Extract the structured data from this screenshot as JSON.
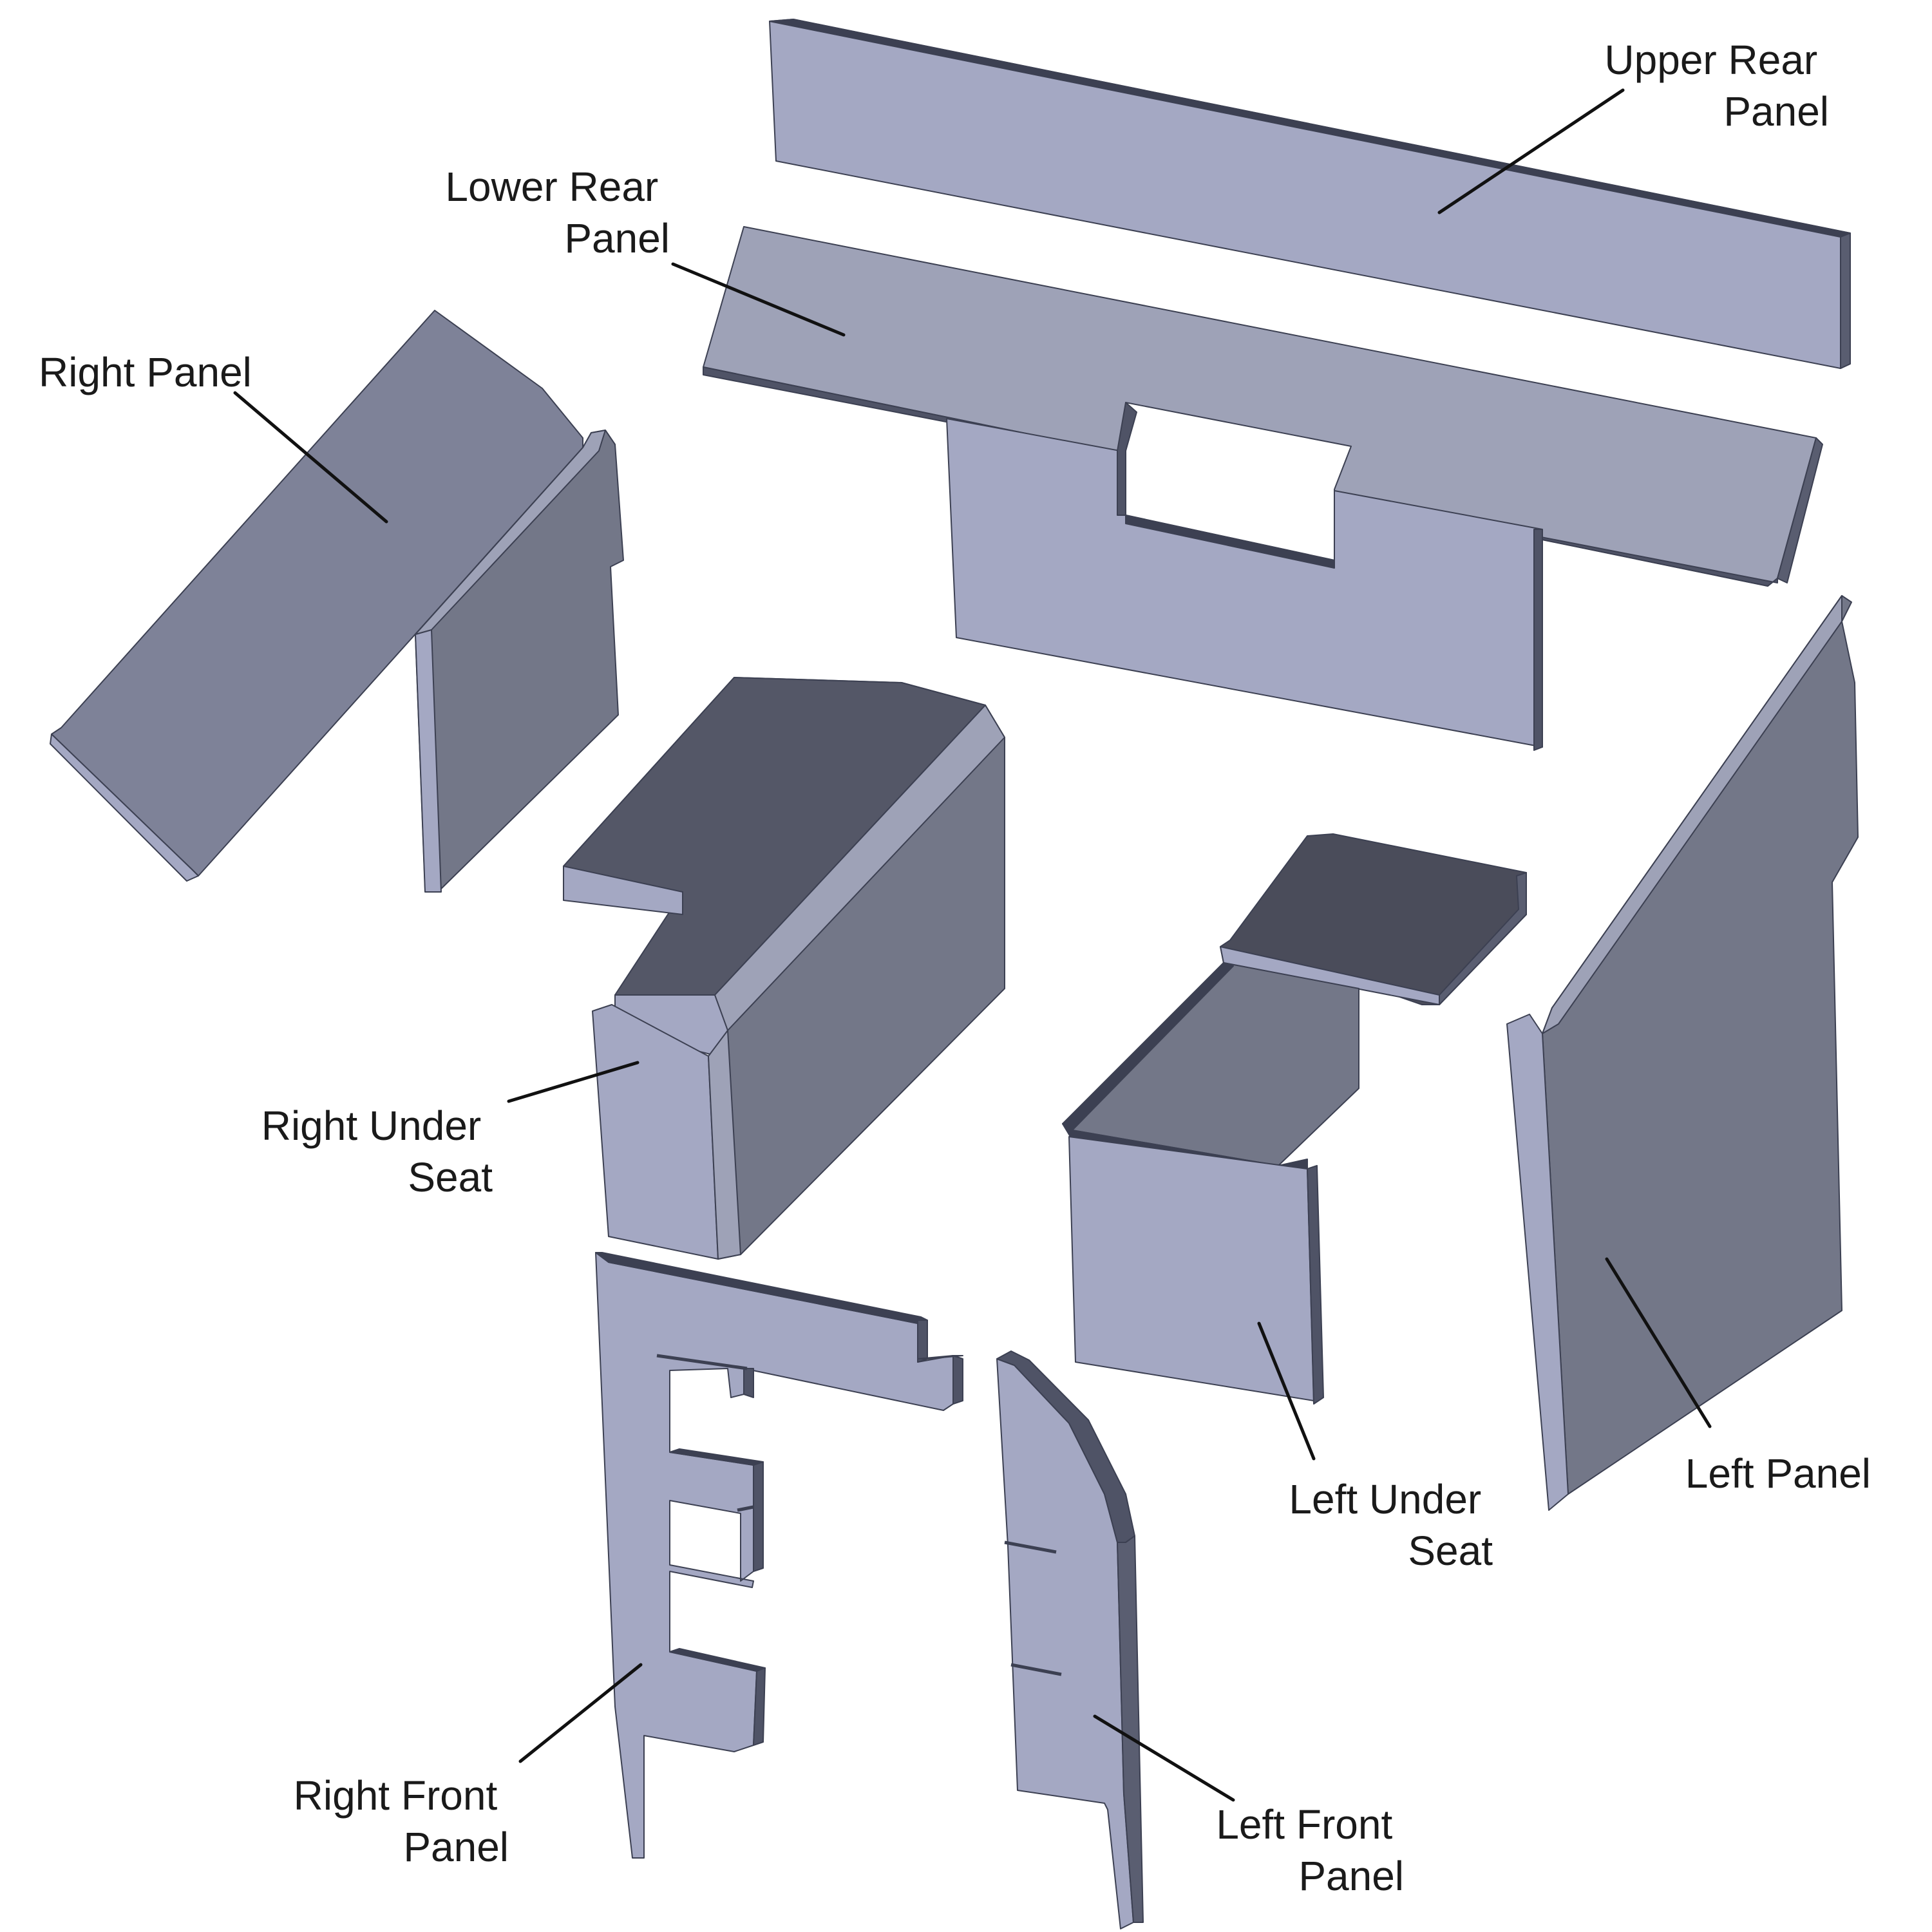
{
  "labels": {
    "upper_rear_panel": [
      "Upper Rear",
      "Panel"
    ],
    "lower_rear_panel": [
      "Lower Rear",
      "Panel"
    ],
    "right_panel": [
      "Right Panel"
    ],
    "right_under_seat": [
      "Right Under",
      "Seat"
    ],
    "left_under_seat": [
      "Left Under",
      "Seat"
    ],
    "left_panel": [
      "Left Panel"
    ],
    "right_front_panel": [
      "Right Front",
      "Panel"
    ],
    "left_front_panel": [
      "Left Front",
      "Panel"
    ]
  },
  "colors": {
    "light_face": "#a4a8c3",
    "mid_face": "#9ea2b7",
    "dark_face": "#737788",
    "darker_face": "#545767",
    "edge": "#3c4052",
    "text": "#1a1a1a",
    "background": "#ffffff"
  }
}
